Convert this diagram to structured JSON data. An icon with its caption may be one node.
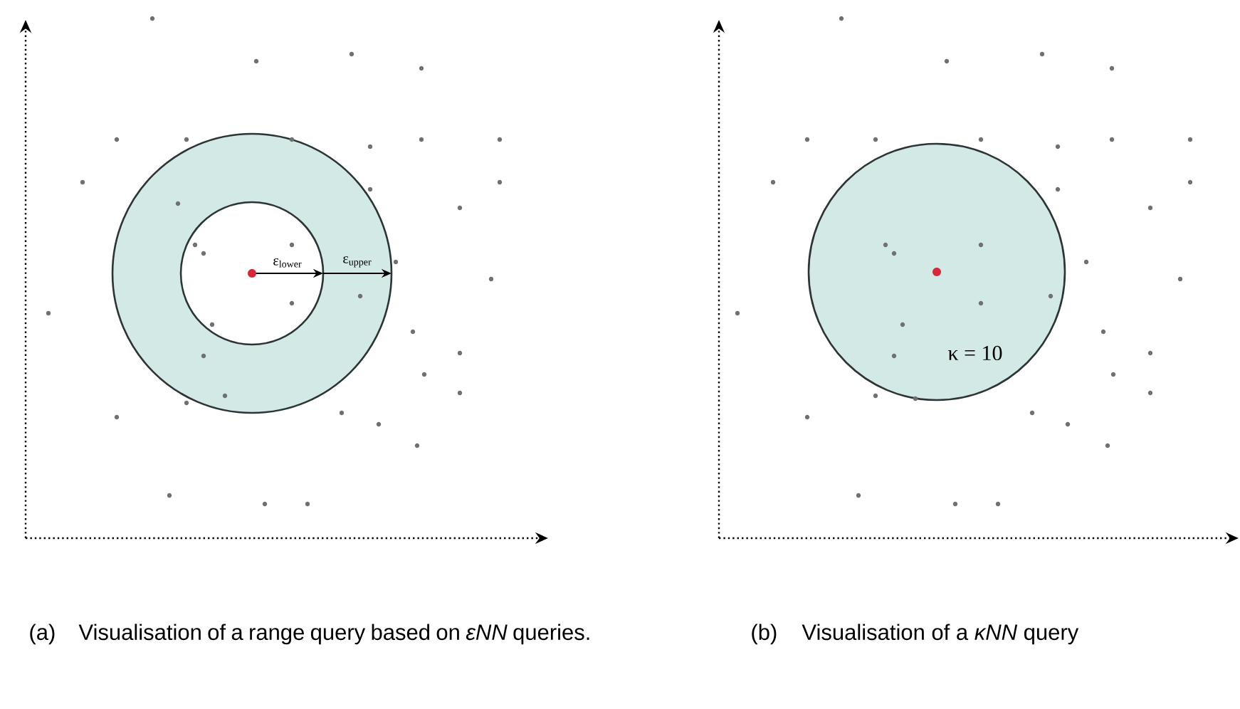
{
  "diagram": {
    "nodes": [
      {
        "text": [
          "κ = 10"
        ]
      }
    ],
    "labels": [
      "ε$_{lower}$",
      "ε$_{upper}$",
      "(a)",
      "Visualisation of a range query based on *εNN* queries.",
      "(b)",
      "Visualisation of a *κNN* query"
    ]
  }
}
